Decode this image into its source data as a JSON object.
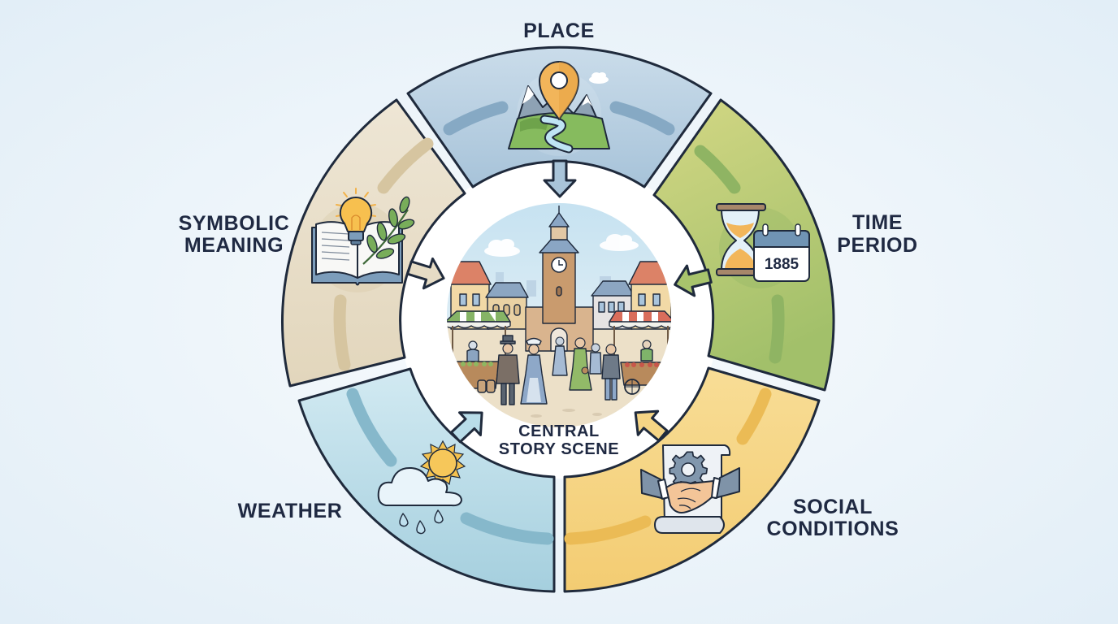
{
  "diagram": {
    "type": "radial-segment-diagram",
    "center": {
      "label_line1": "CENTRAL",
      "label_line2": "STORY SCENE",
      "icon": "town-square-market-scene-icon"
    },
    "segments": [
      {
        "id": "place",
        "label_line1": "PLACE",
        "icon": "map-pin-landscape-icon",
        "fill": "#b9d1e4",
        "stripe": "#86a9c4",
        "arrow_direction": "inward"
      },
      {
        "id": "time-period",
        "label_line1": "TIME",
        "label_line2": "PERIOD",
        "icon": "hourglass-calendar-icon",
        "calendar_year": "1885",
        "fill": "#b6c874",
        "stripe": "#8fb463",
        "arrow_direction": "inward"
      },
      {
        "id": "social-conditions",
        "label_line1": "SOCIAL",
        "label_line2": "CONDITIONS",
        "icon": "handshake-gear-scroll-icon",
        "fill": "#f5d585",
        "stripe": "#ebbb55",
        "arrow_direction": "inward"
      },
      {
        "id": "weather",
        "label_line1": "WEATHER",
        "icon": "cloud-sun-rain-icon",
        "fill": "#bfdfea",
        "stripe": "#86b8cb",
        "arrow_direction": "inward"
      },
      {
        "id": "symbolic-meaning",
        "label_line1": "SYMBOLIC",
        "label_line2": "MEANING",
        "icon": "book-lightbulb-laurel-icon",
        "fill": "#e8dfca",
        "stripe": "#d6c5a0",
        "arrow_direction": "inward"
      }
    ],
    "colors": {
      "outline": "#1f2a3c",
      "label_text": "#1f2942",
      "background": "#e6f0f7"
    }
  }
}
